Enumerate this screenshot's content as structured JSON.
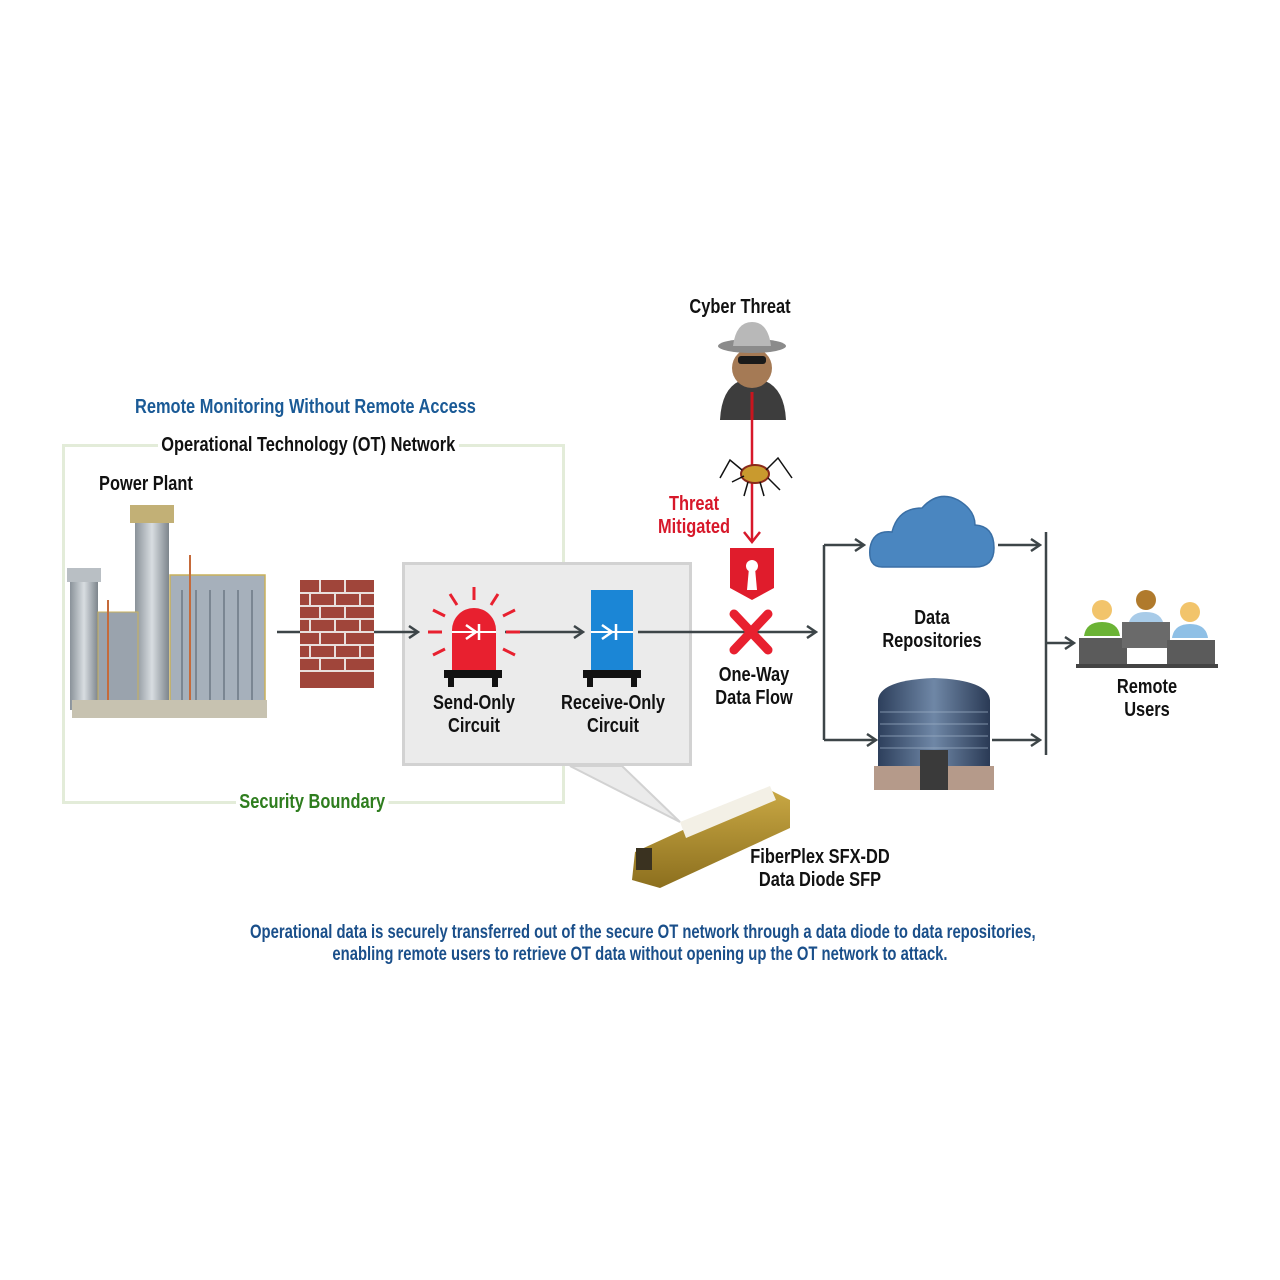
{
  "title": "Remote Monitoring Without Remote Access",
  "ot_network_label": "Operational Technology (OT) Network",
  "security_boundary_label": "Security Boundary",
  "power_plant_label": "Power Plant",
  "send_only": {
    "line1": "Send-Only",
    "line2": "Circuit"
  },
  "receive_only": {
    "line1": "Receive-Only",
    "line2": "Circuit"
  },
  "cyber_threat_label": "Cyber Threat",
  "threat_mitigated": {
    "line1": "Threat",
    "line2": "Mitigated"
  },
  "one_way": {
    "line1": "One-Way",
    "line2": "Data Flow"
  },
  "data_repositories": {
    "line1": "Data",
    "line2": "Repositories"
  },
  "remote_users": {
    "line1": "Remote",
    "line2": "Users"
  },
  "product": {
    "line1": "FiberPlex SFX-DD",
    "line2": "Data Diode SFP",
    "brand_label": "FiberPlex"
  },
  "caption": {
    "line1": "Operational data is securely transferred out of the secure OT network through a data diode to data repositories,",
    "line2": "enabling remote users to retrieve OT data without opening up the OT network to attack."
  },
  "colors": {
    "title_blue": "#1a5a96",
    "caption_blue": "#1a4f8a",
    "boundary_green": "#2e7d1e",
    "threat_red": "#d7182a",
    "send_red": "#e8202f",
    "receive_blue": "#1b86d6",
    "cloud_blue": "#4a86c0",
    "arrow_gray": "#3d4548"
  }
}
